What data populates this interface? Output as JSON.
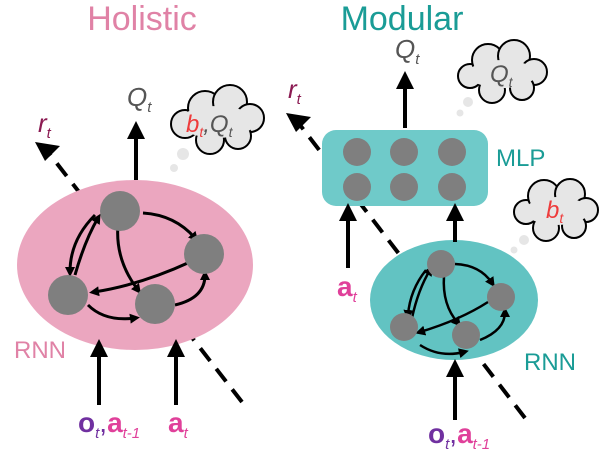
{
  "colors": {
    "holistic": "#e082a6",
    "modular": "#1a9c96",
    "rnn_pink_fill": "#eba6bf",
    "rnn_teal_fill": "#62c3c2",
    "mlp_fill": "#6fcac9",
    "node": "#7f7f7f",
    "arrow": "#000000",
    "purple": "#7030a0",
    "magenta": "#e0409a",
    "red": "#ee3b3b",
    "dark_magenta": "#8b1a52",
    "gray_text": "#555555",
    "cloud_fill": "#e6e6e6"
  },
  "holistic": {
    "title": "Holistic",
    "rnn_label": "RNN",
    "out_r": "r",
    "out_r_sub": "t",
    "out_q": "Q",
    "out_q_sub": "t",
    "thought_b": "b",
    "thought_b_sub": "t",
    "thought_comma": ",",
    "thought_q": "Q",
    "thought_q_sub": "t",
    "in_o": "o",
    "in_o_sub": "t",
    "in_comma": ",",
    "in_a_prev": "a",
    "in_a_prev_sub": "t-1",
    "in_a": "a",
    "in_a_sub": "t"
  },
  "modular": {
    "title": "Modular",
    "mlp_label": "MLP",
    "rnn_label": "RNN",
    "out_r": "r",
    "out_r_sub": "t",
    "out_q": "Q",
    "out_q_sub": "t",
    "thought_q": "Q",
    "thought_q_sub": "t",
    "thought_b": "b",
    "thought_b_sub": "t",
    "in_a": "a",
    "in_a_sub": "t",
    "in_o": "o",
    "in_o_sub": "t",
    "in_comma": ",",
    "in_a_prev": "a",
    "in_a_prev_sub": "t-1"
  }
}
